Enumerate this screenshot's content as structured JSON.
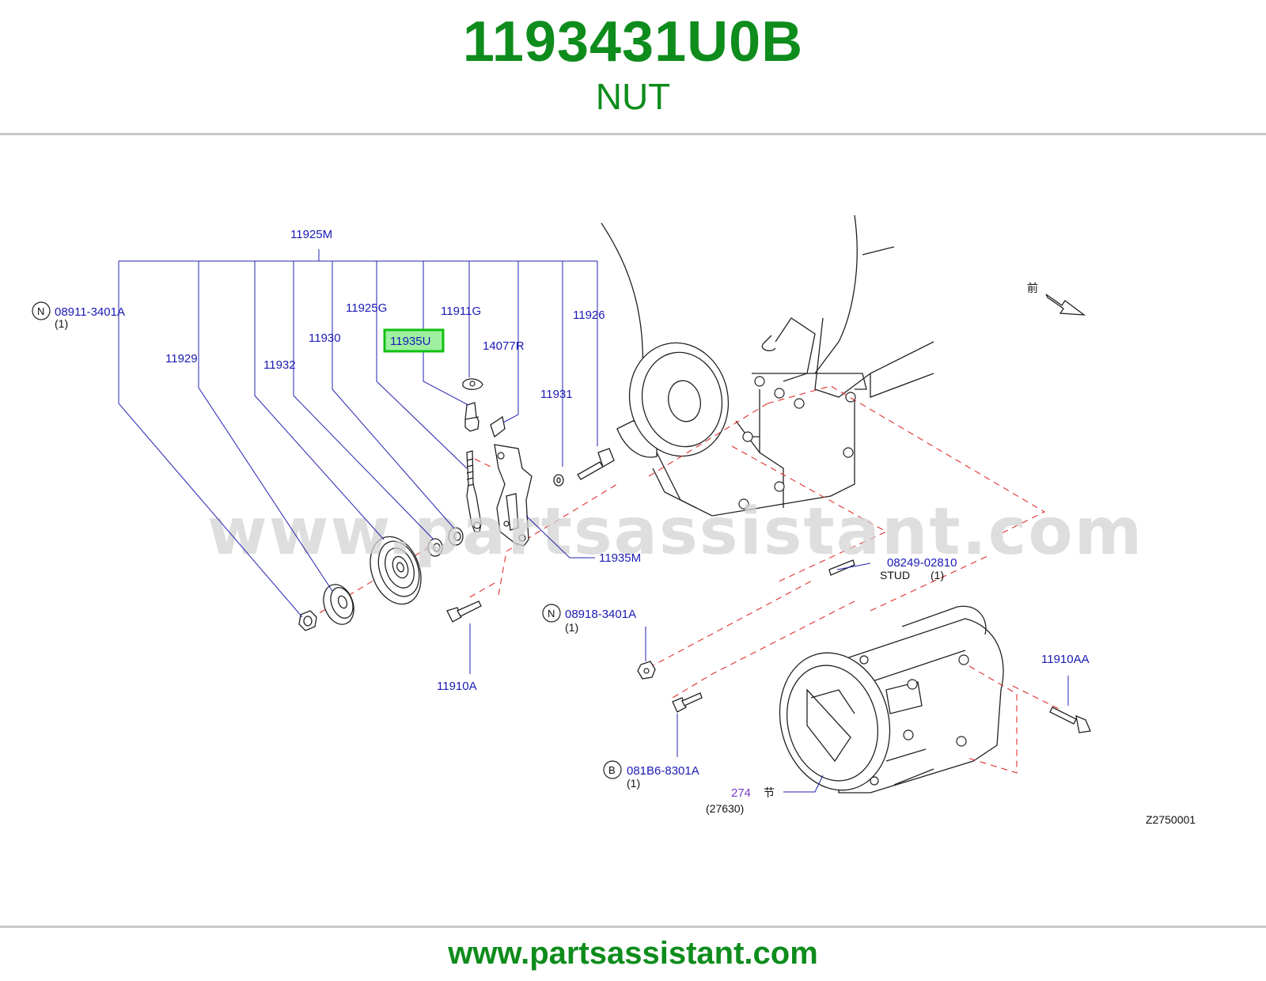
{
  "header": {
    "part_number": "1193431U0B",
    "part_name": "NUT"
  },
  "footer": {
    "url": "www.partsassistant.com"
  },
  "watermark": "www.partsassistant.com",
  "colors": {
    "brand_green": "#0e8c1c",
    "label_blue": "#1a1ab4",
    "highlight_green": "#12c012",
    "dash_red": "#e03030"
  },
  "diagram": {
    "front_marker": "前",
    "diagram_code": "Z2750001",
    "highlighted_part": "11935U",
    "labels": {
      "l_11925M": "11925M",
      "l_08911": "08911-3401A",
      "l_08911_qty": "(1)",
      "l_08911_prefix": "N",
      "l_11925G": "11925G",
      "l_11911G": "11911G",
      "l_11926": "11926",
      "l_11930": "11930",
      "l_11935U": "11935U",
      "l_14077R": "14077R",
      "l_11929": "11929",
      "l_11932": "11932",
      "l_11931": "11931",
      "l_11935M": "11935M",
      "l_08249": "08249-02810",
      "l_stud": "STUD",
      "l_stud_qty": "(1)",
      "l_08918": "08918-3401A",
      "l_08918_qty": "(1)",
      "l_08918_prefix": "N",
      "l_11910A": "11910A",
      "l_11910AA": "11910AA",
      "l_081B6": "081B6-8301A",
      "l_081B6_qty": "(1)",
      "l_081B6_prefix": "B",
      "l_274": "274",
      "l_274_suffix": "节",
      "l_27630": "(27630)"
    }
  }
}
